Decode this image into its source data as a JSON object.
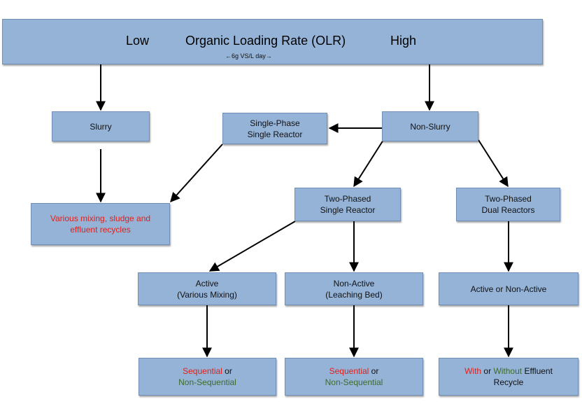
{
  "banner": {
    "low": "Low",
    "title": "Organic Loading Rate (OLR)",
    "high": "High",
    "threshold": "←6g VS/L day→"
  },
  "nodes": {
    "slurry": "Slurry",
    "single_phase": {
      "line1": "Single-Phase",
      "line2": "Single Reactor"
    },
    "non_slurry": "Non-Slurry",
    "various": {
      "line1": "Various mixing, sludge and",
      "line2": "effluent recycles"
    },
    "two_phased_single": {
      "line1": "Two-Phased",
      "line2": "Single Reactor"
    },
    "two_phased_dual": {
      "line1": "Two-Phased",
      "line2": "Dual Reactors"
    },
    "active": {
      "line1": "Active",
      "line2": "(Various Mixing)"
    },
    "non_active": {
      "line1": "Non-Active",
      "line2": "(Leaching Bed)"
    },
    "active_or_non": "Active or Non-Active",
    "seq1": {
      "red": "Sequential",
      "or": " or",
      "green": "Non-Sequential"
    },
    "seq2": {
      "red": "Sequential",
      "or": " or",
      "green": "Non-Sequential"
    },
    "recycle": {
      "red": "With",
      "or": " or ",
      "green": "Without",
      "rest": " Effluent",
      "line2": "Recycle"
    }
  },
  "colors": {
    "box_fill": "#95b3d7",
    "box_border": "#6f8fb8",
    "arrow": "#000000",
    "red_text": "#e0201b",
    "green_text": "#3e6b2a"
  }
}
